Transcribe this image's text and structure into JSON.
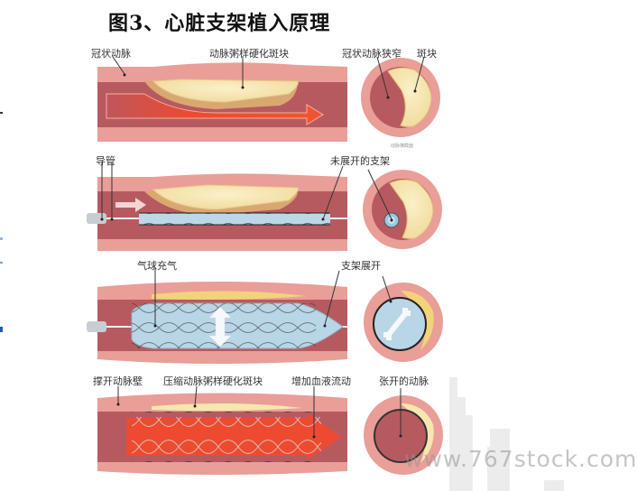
{
  "title": "图3、心脏支架植入原理",
  "panels": [
    {
      "id": "narrowed",
      "labels": {
        "vessel": "冠状动脉",
        "plaque": "动脉粥样硬化斑块",
        "cross_section_narrow": "冠状动脉狭窄",
        "cross_section_plaque": "斑块",
        "cross_section_caption": "动脉横截面"
      }
    },
    {
      "id": "catheter",
      "labels": {
        "catheter": "导管",
        "undeployed_stent": "未展开的支架"
      }
    },
    {
      "id": "balloon",
      "labels": {
        "balloon_inflation": "气球充气",
        "stent_expansion": "支架展开"
      }
    },
    {
      "id": "result",
      "labels": {
        "expanded_wall": "撑开动脉壁",
        "compressed_plaque": "压缩动脉粥样硬化斑块",
        "increased_flow": "增加血液流动",
        "opened_artery": "张开的动脉"
      }
    }
  ],
  "watermark": "www.767stock.com",
  "colors": {
    "vessel_wall": "#e99e98",
    "vessel_wall_dark": "#d98c86",
    "lumen": "#b75a5f",
    "plaque": "#f6e6b0",
    "plaque_edge": "#d9a870",
    "blood_flow": "#ee4a30",
    "stent_balloon": "#b9d6e6",
    "stent_wire": "#222222"
  }
}
